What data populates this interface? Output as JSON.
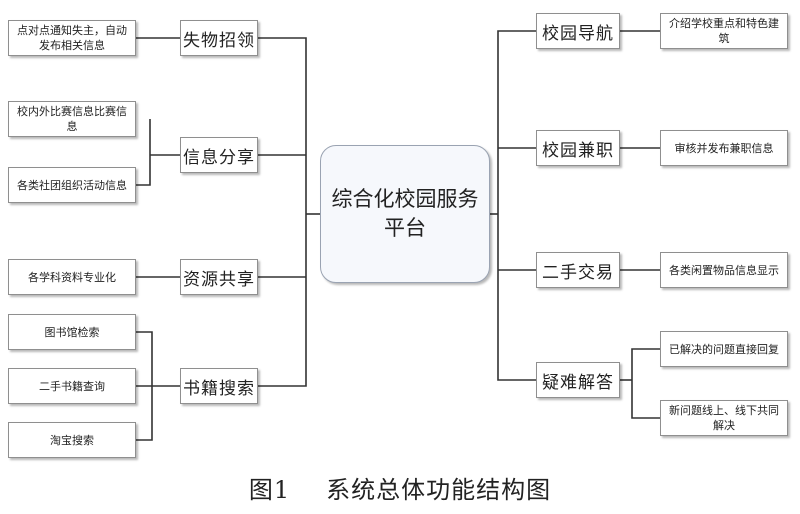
{
  "center": {
    "title": "综合化校园服务平台"
  },
  "functions": {
    "lost_found": "失物招领",
    "info_share": "信息分享",
    "resource_share": "资源共享",
    "book_search": "书籍搜索",
    "navigation": "校园导航",
    "part_time": "校园兼职",
    "second_hand": "二手交易",
    "qa": "疑难解答"
  },
  "details": {
    "lost_found_1": "点对点通知失主，自动发布相关信息",
    "info_share_1": "校内外比赛信息比赛信息",
    "info_share_2": "各类社团组织活动信息",
    "resource_share_1": "各学科资料专业化",
    "book_search_1": "图书馆检索",
    "book_search_2": "二手书籍查询",
    "book_search_3": "淘宝搜索",
    "navigation_1": "介绍学校重点和特色建筑",
    "part_time_1": "审核并发布兼职信息",
    "second_hand_1": "各类闲置物品信息显示",
    "qa_1": "已解决的问题直接回复",
    "qa_2": "新问题线上、线下共同解决"
  },
  "caption": {
    "number": "图1",
    "text": "系统总体功能结构图"
  },
  "colors": {
    "line": "#333333",
    "border": "#8f8f8f"
  }
}
